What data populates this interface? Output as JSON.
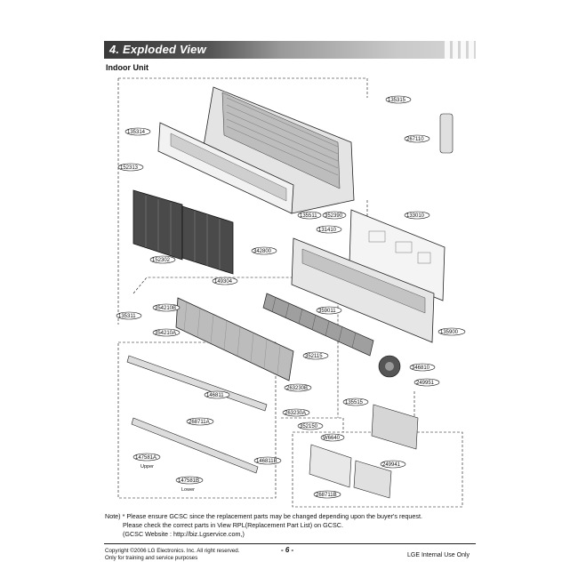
{
  "header": {
    "title": "4. Exploded View",
    "section": "Indoor Unit"
  },
  "parts": {
    "p135315": "135315",
    "p135314": "135314",
    "p267110": "267110",
    "p152313": "152313",
    "p135511": "135511",
    "p352390": "352390",
    "p152302": "152302",
    "p133010": "133010",
    "p131410": "131410",
    "p342800": "342800",
    "p149304": "149304",
    "p354210b": "354210B",
    "p359011": "359011",
    "p135900": "135900",
    "p135311": "135311",
    "p354210a": "354210A",
    "p352115": "352115",
    "p346810": "346810",
    "p249951": "249951",
    "p146811": "146811",
    "p263230b": "263230B",
    "p263230a": "263230A",
    "p135515": "135515",
    "p268711a": "268711A",
    "p352150": "352150",
    "p147581a": "147581A",
    "upper": "Upper",
    "p146811b": "146811B",
    "p147581b": "147581B",
    "lower": "Lower",
    "w6640": "W6640",
    "p249941": "249941",
    "p268711b": "268711B"
  },
  "note": {
    "line1": "Note) * Please ensure GCSC since the replacement parts may be changed depending upon the buyer's request.",
    "line2": "Please check  the correct parts in View RPL(Replacement Part List) on GCSC.",
    "line3": "(GCSC Website : http://biz.Lgservice.com,)"
  },
  "footer": {
    "copyright": "Copyright ©2006 LG Electronics. Inc. All right reserved.",
    "training": "Only for training and service purposes",
    "page": "- 6 -",
    "internal": "LGE Internal Use Only"
  }
}
